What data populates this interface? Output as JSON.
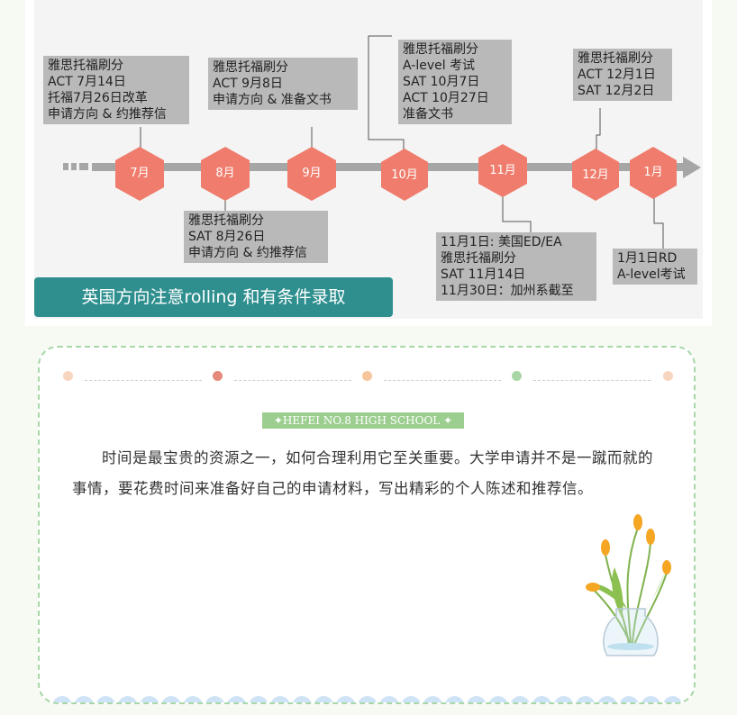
{
  "timeline": {
    "months": [
      "7月",
      "8月",
      "9月",
      "10月",
      "11月",
      "12月",
      "1月"
    ],
    "boxes": {
      "jul": [
        "雅思托福刷分",
        "ACT 7月14日",
        "托福7月26日改革",
        "申请方向 & 约推荐信"
      ],
      "aug": [
        "雅思托福刷分",
        "SAT 8月26日",
        "申请方向 & 约推荐信"
      ],
      "sep": [
        "雅思托福刷分",
        "ACT 9月8日",
        "申请方向 & 准备文书"
      ],
      "oct": [
        "雅思托福刷分",
        "A-level 考试",
        "SAT 10月7日",
        "ACT 10月27日",
        "准备文书"
      ],
      "nov": [
        "11月1日: 美国ED/EA",
        "雅思托福刷分",
        "SAT 11月14日",
        "11月30日：加州系截至"
      ],
      "dec": [
        "雅思托福刷分",
        "ACT 12月1日",
        "SAT  12月2日"
      ],
      "jan": [
        "1月1日RD",
        "A-level考试"
      ]
    },
    "banner": "英国方向注意rolling 和有条件录取",
    "colors": {
      "hex": "#ef7c6c",
      "track": "#a6a6a6",
      "box": "#b9b9b9",
      "banner": "#2f8f8f"
    }
  },
  "note": {
    "badge": "✦HEFEI NO.8 HIGH SCHOOL ✦",
    "text": "时间是最宝贵的资源之一，如何合理利用它至关重要。大学申请并不是一蹴而就的事情，要花费时间来准备好自己的申请材料，写出精彩的个人陈述和推荐信。",
    "dot_colors": [
      "#f7d6c0",
      "#e58a7a",
      "#f7c79b",
      "#a9d6a6",
      "#f7d6c0"
    ],
    "border_color": "#a8d8a8",
    "scallop_color": "#cfe3f6"
  }
}
